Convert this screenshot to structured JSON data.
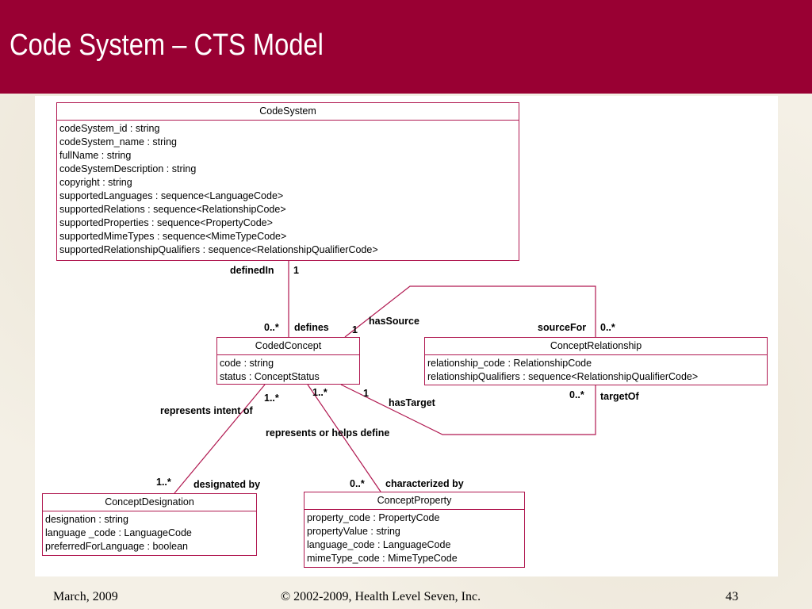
{
  "slide": {
    "title": "Code System – CTS Model",
    "footer": {
      "date": "March, 2009",
      "copyright": "© 2002-2009, Health Level Seven, Inc.",
      "page_number": "43"
    },
    "colors": {
      "header": "#990033",
      "box_border": "#b01850",
      "connector": "#b01850"
    }
  },
  "diagram": {
    "classes": {
      "code_system": {
        "name": "CodeSystem",
        "attributes": [
          "codeSystem_id : string",
          "codeSystem_name : string",
          "fullName : string",
          "codeSystemDescription : string",
          "copyright : string",
          "supportedLanguages : sequence<LanguageCode>",
          "supportedRelations : sequence<RelationshipCode>",
          "supportedProperties : sequence<PropertyCode>",
          "supportedMimeTypes : sequence<MimeTypeCode>",
          "supportedRelationshipQualifiers : sequence<RelationshipQualifierCode>"
        ]
      },
      "coded_concept": {
        "name": "CodedConcept",
        "attributes": [
          "code : string",
          "status : ConceptStatus"
        ]
      },
      "concept_relationship": {
        "name": "ConceptRelationship",
        "attributes": [
          "relationship_code : RelationshipCode",
          "relationshipQualifiers : sequence<RelationshipQualifierCode>"
        ]
      },
      "concept_designation": {
        "name": "ConceptDesignation",
        "attributes": [
          "designation : string",
          "language _code : LanguageCode",
          "preferredForLanguage : boolean"
        ]
      },
      "concept_property": {
        "name": "ConceptProperty",
        "attributes": [
          "property_code : PropertyCode",
          "propertyValue : string",
          "language_code : LanguageCode",
          "mimeType_code : MimeTypeCode"
        ]
      }
    },
    "associations": {
      "defined_in": {
        "role": "definedIn",
        "multiplicity": "1"
      },
      "defines": {
        "role": "defines",
        "multiplicity": "0..*"
      },
      "has_source": {
        "role": "hasSource",
        "multiplicity": "1"
      },
      "source_for": {
        "role": "sourceFor",
        "multiplicity": "0..*"
      },
      "has_target": {
        "role": "hasTarget",
        "multiplicity": "1"
      },
      "target_of": {
        "role": "targetOf",
        "multiplicity": "0..*"
      },
      "represents_intent_of": {
        "role": "represents intent of",
        "multiplicity": "1..*"
      },
      "designated_by": {
        "role": "designated by",
        "multiplicity": "1..*"
      },
      "represents_or_helps_define": {
        "role": "represents or helps define",
        "multiplicity": "1..*"
      },
      "characterized_by": {
        "role": "characterized by",
        "multiplicity": "0..*"
      }
    }
  }
}
